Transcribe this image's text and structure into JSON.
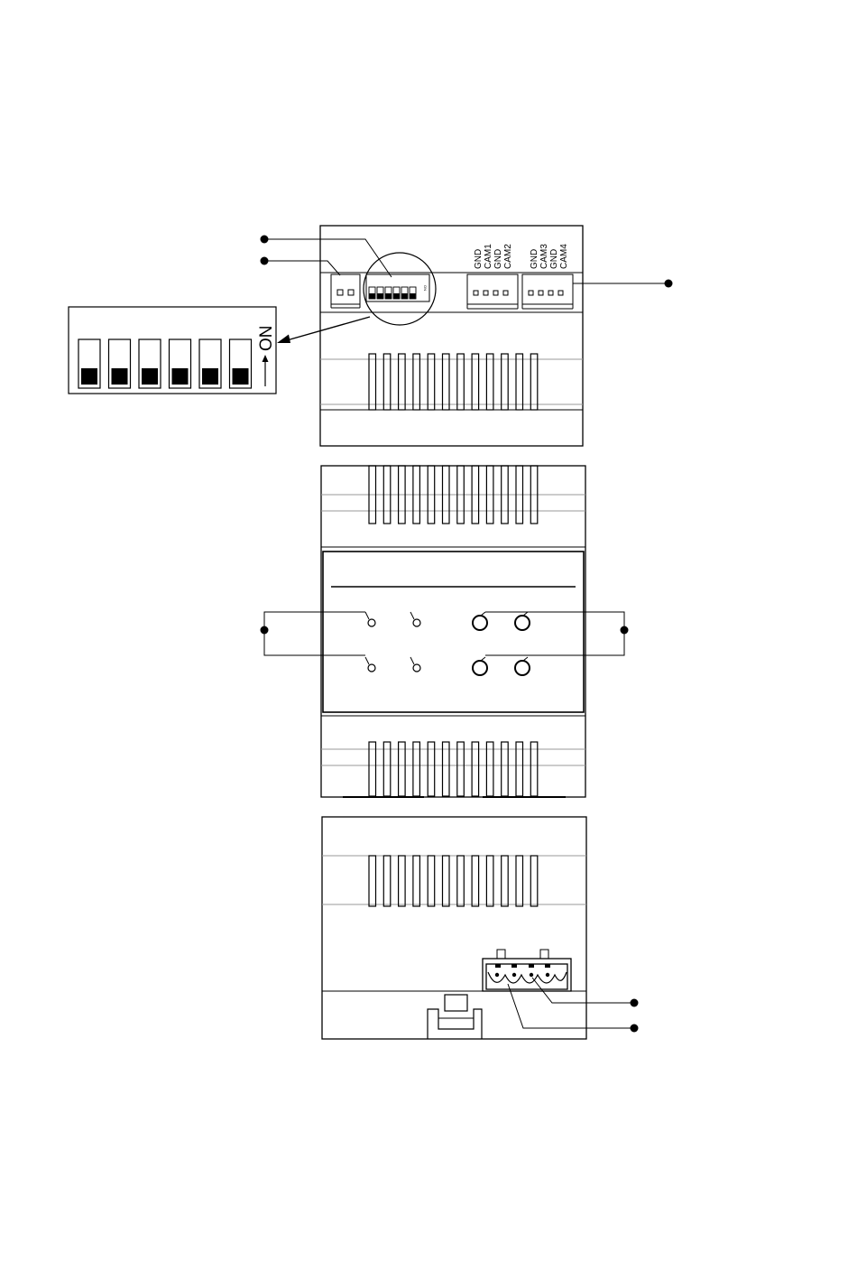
{
  "terminals": {
    "video_left": [
      "GND",
      "CAM1",
      "GND",
      "CAM2"
    ],
    "video_right": [
      "GND",
      "CAM3",
      "GND",
      "CAM4"
    ]
  },
  "dip_switch": {
    "on_label": "ON",
    "count": 6
  },
  "colors": {
    "line": "#000000",
    "guide_line": "#9a9a9a",
    "background": "#ffffff"
  }
}
